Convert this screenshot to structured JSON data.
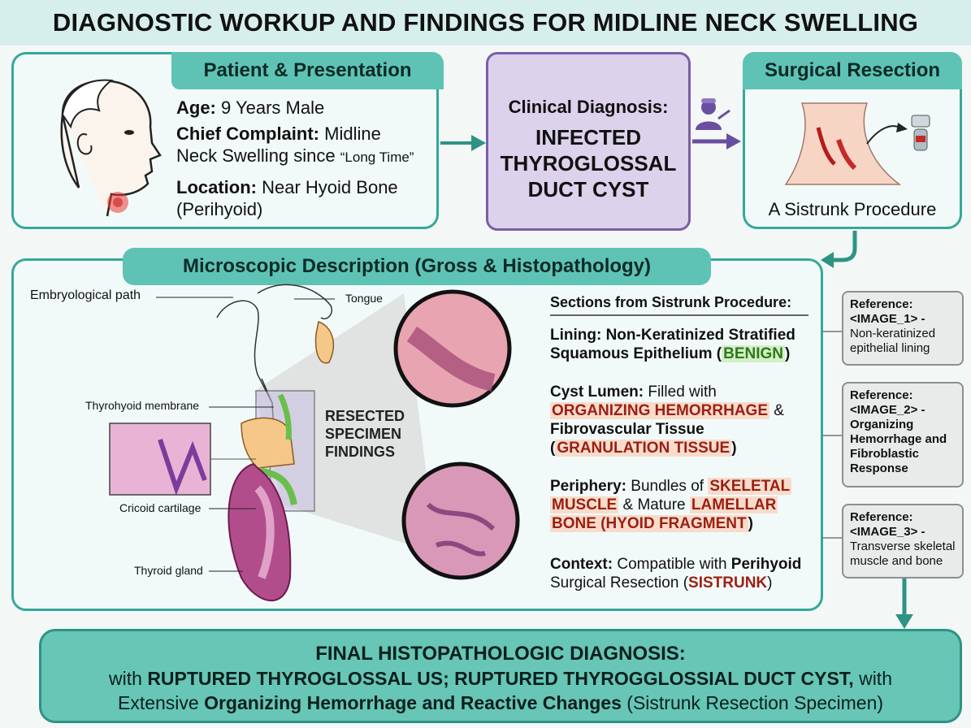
{
  "title": "DIAGNOSTIC WORKUP AND FINDINGS FOR MIDLINE NECK SWELLING",
  "patient": {
    "heading": "Patient & Presentation",
    "age_label": "Age:",
    "age_value": "9 Years Male",
    "complaint_label": "Chief Complaint:",
    "complaint_value_1": "Midline",
    "complaint_value_2": "Neck Swelling since",
    "complaint_quote": "“Long Time”",
    "location_label": "Location:",
    "location_value_1": "Near Hyoid Bone",
    "location_value_2": "(Perihyoid)"
  },
  "clinical": {
    "label": "Clinical Diagnosis:",
    "dx_1": "INFECTED",
    "dx_2": "THYROGLOSSAL",
    "dx_3": "DUCT CYST"
  },
  "surgical": {
    "heading": "Surgical Resection",
    "caption": "A Sistrunk Procedure"
  },
  "microscopic": {
    "heading": "Microscopic Description (Gross & Histopathology)",
    "anatomy_labels": {
      "embryological_path": "Embryological path",
      "tongue": "Tongue",
      "thyrohyoid_membrane": "Thyrohyoid membrane",
      "cricoid_cartilage": "Cricoid cartilage",
      "thyroid_gland": "Thyroid gland"
    },
    "specimen_label_1": "RESECTED",
    "specimen_label_2": "SPECIMEN",
    "specimen_label_3": "FINDINGS",
    "sections_heading": "Sections from Sistrunk Procedure:",
    "lining": {
      "label": "Lining: Non-Keratinized Stratified",
      "label_2": "Squamous Epithelium (",
      "badge": "BENIGN",
      "close": ")"
    },
    "lumen": {
      "label": "Cyst Lumen:",
      "text_1": "Filled with",
      "hl_1": "ORGANIZING HEMORRHAGE",
      "amp": "&",
      "text_2": "Fibrovascular Tissue",
      "open": "(",
      "hl_2": "GRANULATION TISSUE",
      "close": ")"
    },
    "periphery": {
      "label": "Periphery:",
      "text_1": "Bundles of",
      "hl_1": "SKELETAL",
      "hl_2": "MUSCLE",
      "text_2": "& Mature",
      "hl_3": "LAMELLAR",
      "hl_4": "BONE (HYOID FRAGMENT",
      "close": ")"
    },
    "context": {
      "label": "Context:",
      "text_1": "Compatible with",
      "bold_1": "Perihyoid",
      "text_2": "Surgical Resection (",
      "red": "SISTRUNK",
      "close": ")"
    }
  },
  "references": [
    {
      "label": "Reference:",
      "text_1": "<IMAGE_1> -",
      "text_2": "Non-keratinized",
      "text_3": "epithelial lining"
    },
    {
      "label": "Reference:",
      "text_1": "<IMAGE_2> -",
      "text_2": "Organizing",
      "text_3": "Hemorrhage and",
      "text_4": "Fibroblastic",
      "text_5": "Response"
    },
    {
      "label": "Reference:",
      "text_1": "<IMAGE_3> -",
      "text_2": "Transverse skeletal",
      "text_3": "muscle and bone"
    }
  ],
  "final": {
    "line_1": "FINAL HISTOPATHOLOGIC DIAGNOSIS:",
    "line_2_pre": "with",
    "line_2_bold": "RUPTURED THYROGLOSSAL US; RUPTURED THYROGGLOSSIAL DUCT CYST,",
    "line_2_post": "with",
    "line_3_pre": "Extensive",
    "line_3_bold": "Organizing Hemorrhage and Reactive Changes",
    "line_3_post": "(Sistrunk Resection Specimen)"
  },
  "colors": {
    "teal_border": "#35a89a",
    "teal_tab": "#5ec3b4",
    "purple_border": "#7b5ea7",
    "purple_fill": "#dcd2ec",
    "highlight_red": "#9c1f12",
    "highlight_green": "#2d7a1c"
  },
  "icons": [
    "child-profile-icon",
    "surgeon-icon",
    "neck-incision-icon",
    "arrow-right-icon",
    "arrow-down-icon"
  ]
}
